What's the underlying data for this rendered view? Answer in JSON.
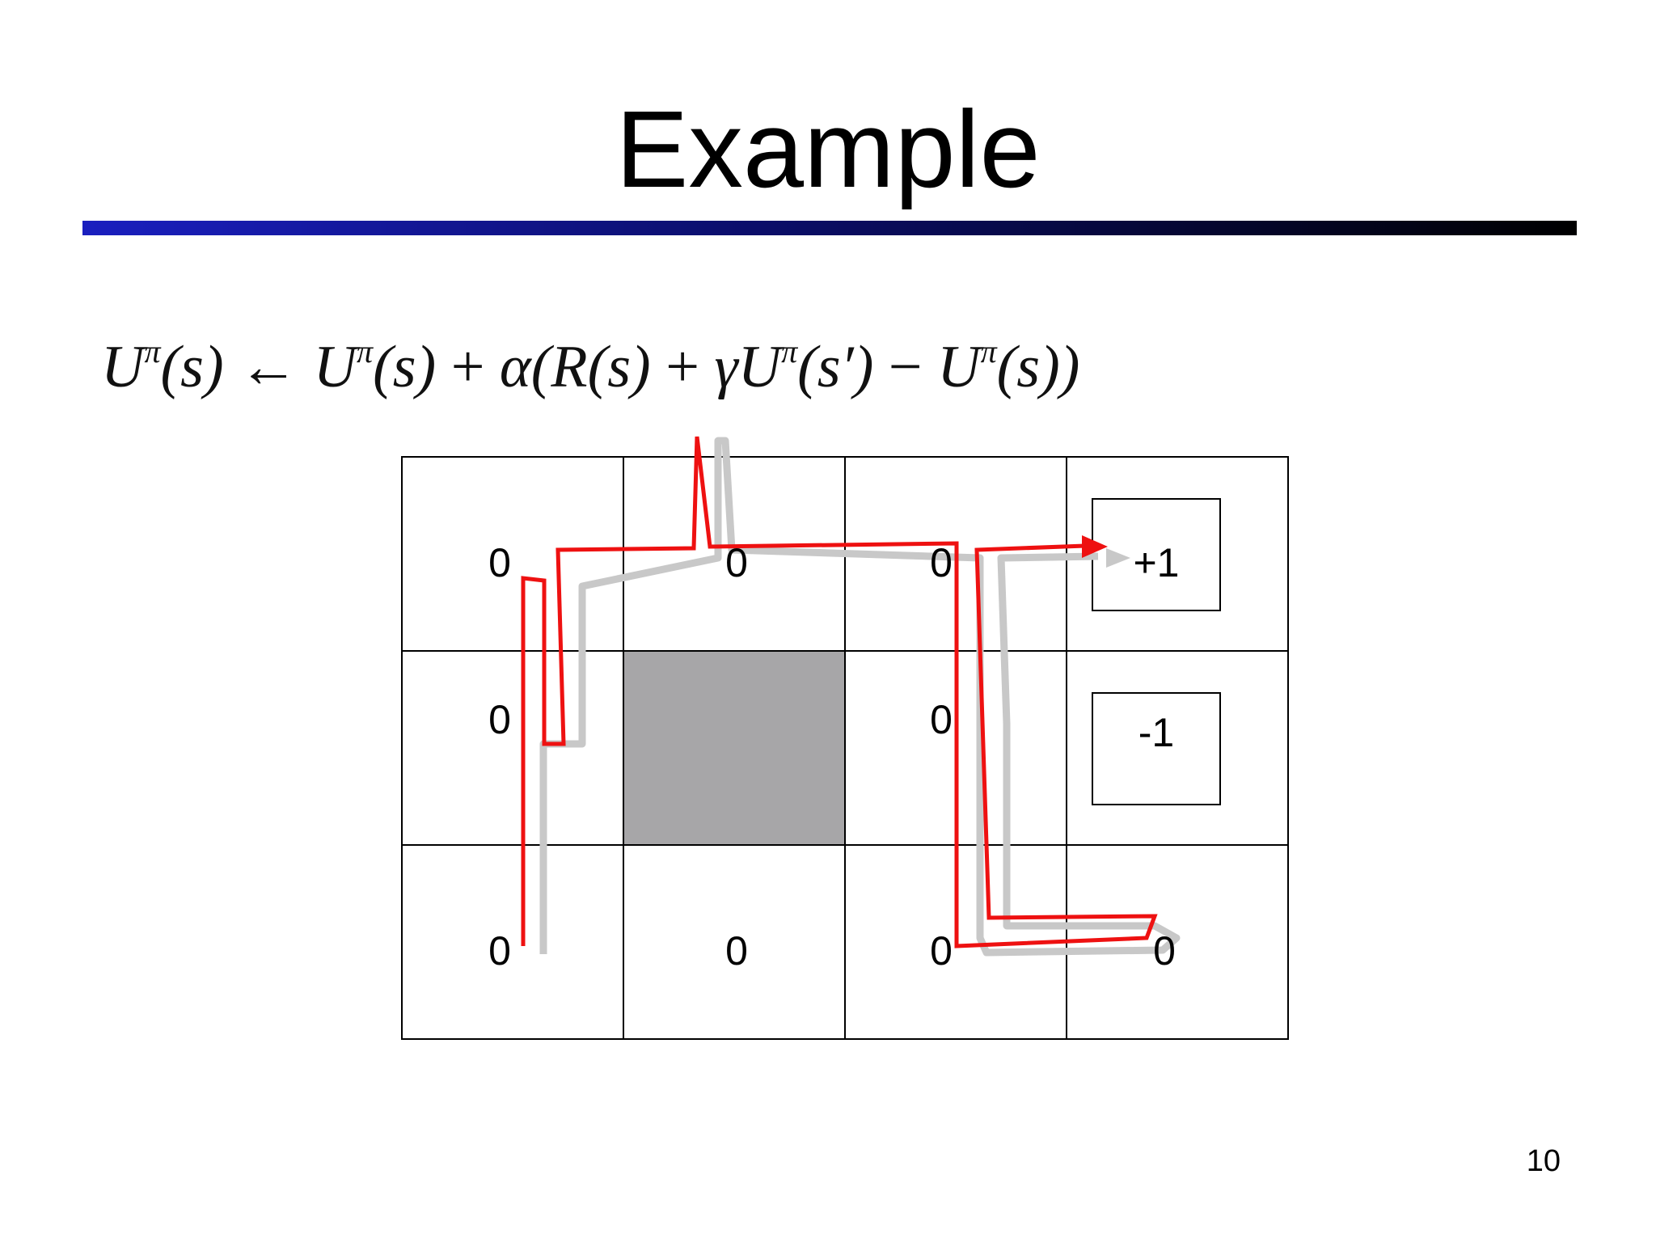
{
  "slide": {
    "title": "Example",
    "page_number": "10",
    "title_rule_colors": [
      "#1a1fbf",
      "#000000"
    ]
  },
  "formula": {
    "lhs": "U",
    "lhs_sup": "π",
    "lhs_arg": "(s)",
    "arrow": "←",
    "t1": "U",
    "t1_sup": "π",
    "t1_arg": "(s)",
    "plus1": "+",
    "alpha_open": "α(R(s)",
    "plus2": "+",
    "gamma": "γ",
    "t2": "U",
    "t2_sup": "π",
    "t2_arg": "(s′)",
    "minus": "−",
    "t3": "U",
    "t3_sup": "π",
    "t3_arg": "(s))"
  },
  "grid": {
    "rows": 3,
    "cols": 4,
    "blocked_cell": [
      1,
      1
    ],
    "blocked_color": "#a7a6a8",
    "cells": [
      [
        "0",
        "0",
        "0",
        "+1"
      ],
      [
        "0",
        "",
        "0",
        "-1"
      ],
      [
        "0",
        "0",
        "0",
        "0"
      ]
    ],
    "terminal_cells": [
      [
        0,
        3
      ],
      [
        1,
        3
      ]
    ],
    "trajectory_color": "#ee1111",
    "shadow_color": "#c8c8c8"
  }
}
